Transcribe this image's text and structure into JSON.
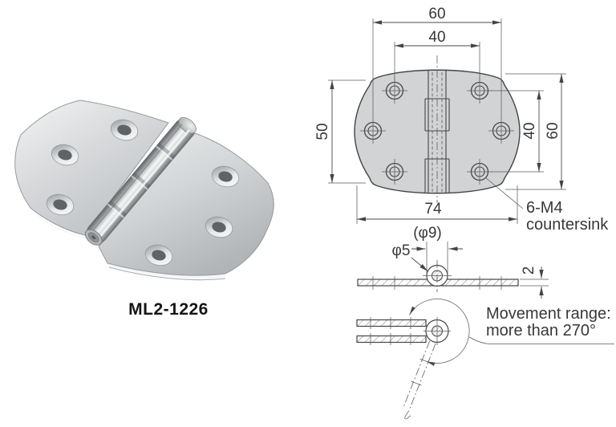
{
  "product": {
    "model_label": "ML2-1226"
  },
  "front_view": {
    "dim_hole_span_outer": "60",
    "dim_hole_span_inner": "40",
    "dim_side_height": "50",
    "dim_hole_span_vertical": "40",
    "dim_overall_height": "60",
    "dim_overall_width": "74",
    "hole_callout_line1": "6-M4",
    "hole_callout_line2": "countersink"
  },
  "side_view": {
    "dim_knuckle_diameter": "(φ9)",
    "dim_pin_diameter": "φ5",
    "dim_plate_thickness": "2"
  },
  "movement_view": {
    "note_line1": "Movement range:",
    "note_line2": "more than 270°"
  },
  "colors": {
    "drawing_line": "#454545",
    "plate_fill": "#d2d3d5",
    "text": "#383838",
    "photo_metal_light": "#f1f2f3",
    "photo_metal_dark": "#b4b7ba"
  }
}
